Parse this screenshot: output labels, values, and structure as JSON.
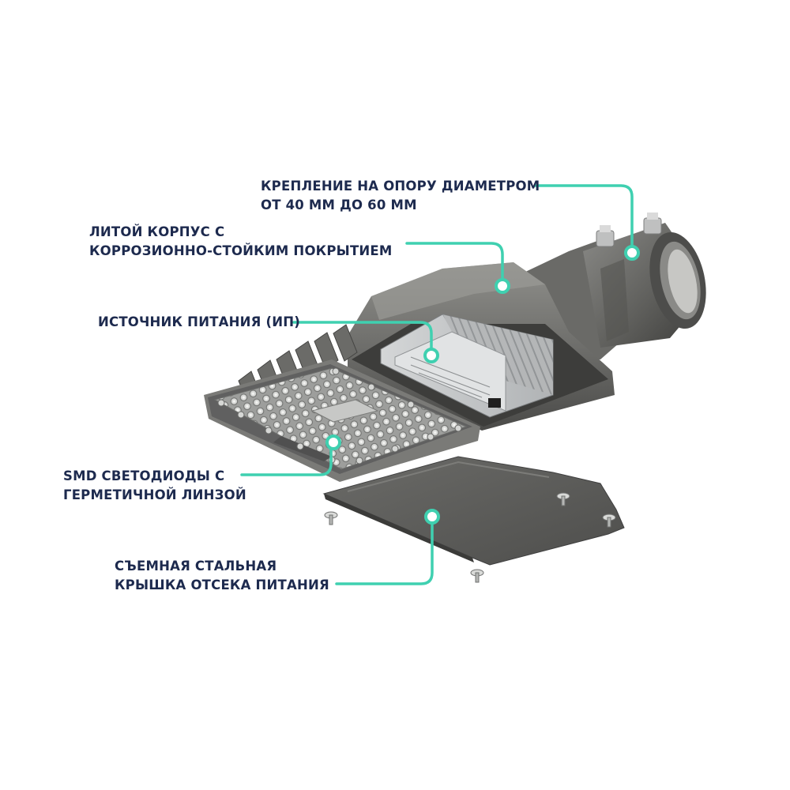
{
  "colors": {
    "label_text": "#1d2a4e",
    "leader_line": "#3fd0b0",
    "housing": "#6f6f6c",
    "housing_dark": "#4c4c4a",
    "housing_light": "#8d8d89",
    "lid": "#595956",
    "psu": "#c9cbcc",
    "led_board": "#a7a8a6"
  },
  "callouts": {
    "mount": {
      "line1": "КРЕПЛЕНИЕ НА ОПОРУ ДИАМЕТРОМ",
      "line2": "ОТ 40 ММ ДО 60 ММ"
    },
    "body": {
      "line1": "ЛИТОЙ КОРПУС С",
      "line2": "КОРРОЗИОННО-СТОЙКИМ ПОКРЫТИЕМ"
    },
    "psu": {
      "line1": "ИСТОЧНИК ПИТАНИЯ (ИП)"
    },
    "led": {
      "line1": "SMD СВЕТОДИОДЫ С",
      "line2": "ГЕРМЕТИЧНОЙ ЛИНЗОЙ"
    },
    "lid": {
      "line1": "СЪЕМНАЯ СТАЛЬНАЯ",
      "line2": "КРЫШКА ОТСЕКА ПИТАНИЯ"
    }
  },
  "icons": [
    "lamp-housing",
    "pole-mount-icon",
    "power-supply-unit",
    "led-module",
    "steel-cover",
    "screw-icon"
  ]
}
